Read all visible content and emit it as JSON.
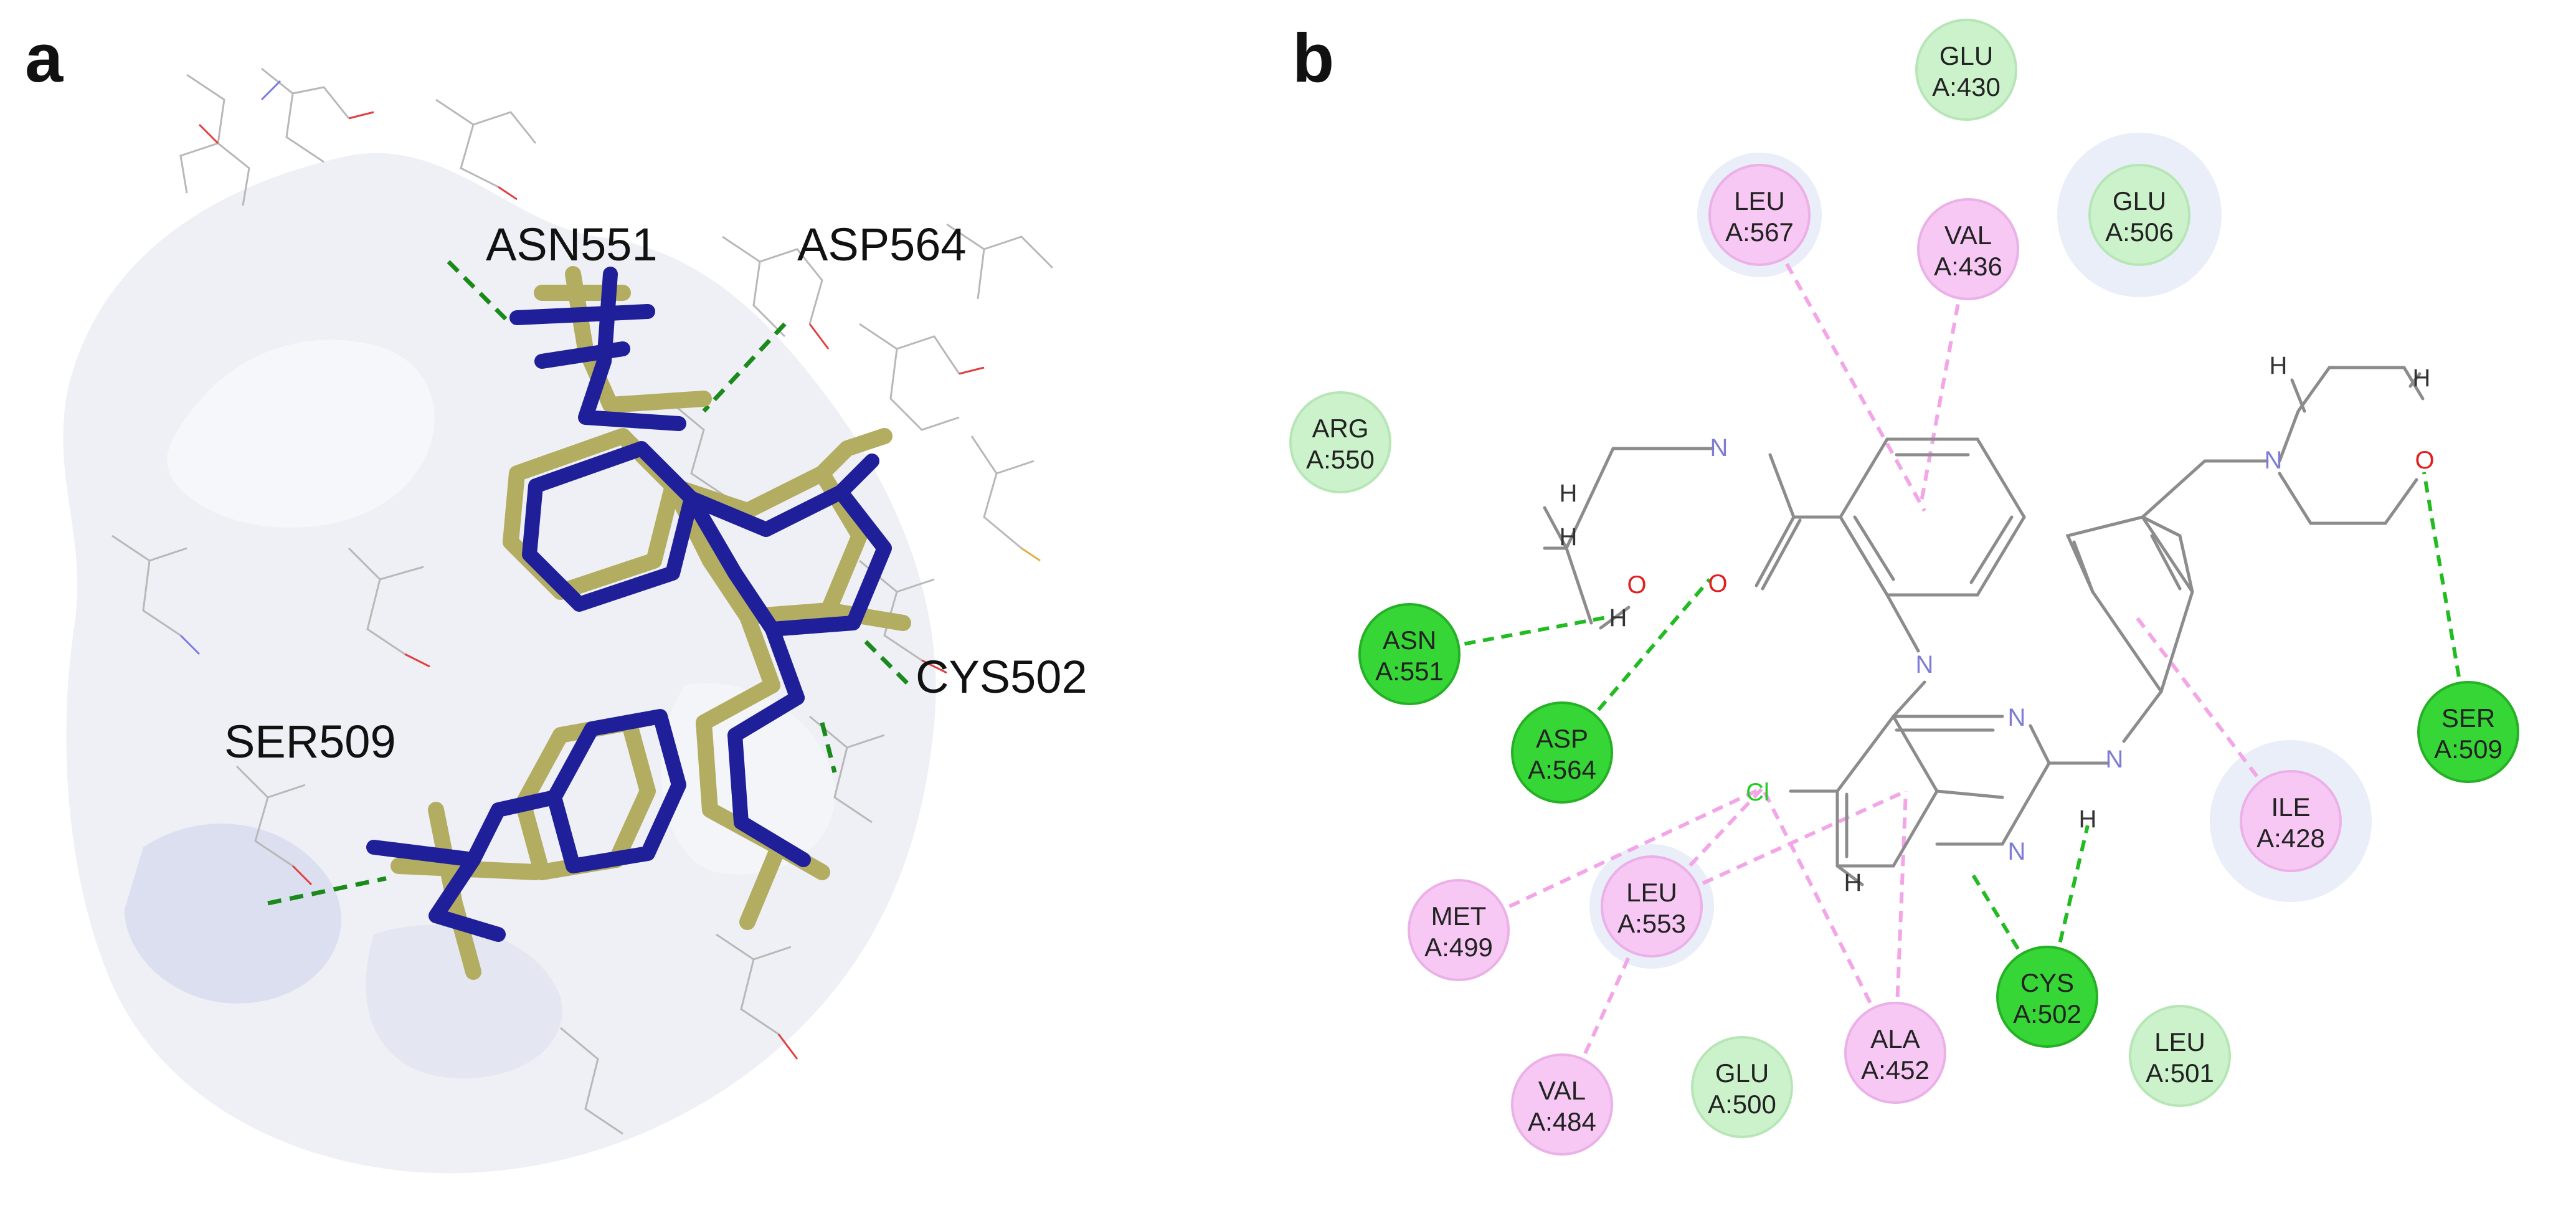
{
  "panel_a": {
    "letter": "a",
    "labels": {
      "asn551": "ASN551",
      "asp564": "ASP564",
      "cys502": "CYS502",
      "ser509": "SER509"
    }
  },
  "panel_b": {
    "letter": "b",
    "atoms": {
      "n_amide": "N",
      "o_carbonyl": "O",
      "o_hydroxyl": "O",
      "h_hydroxyl": "H",
      "h_a": "H",
      "h_b": "H",
      "n_link": "N",
      "n_pyr1": "N",
      "n_pyr2": "N",
      "cl": "Cl",
      "h_pyr": "H",
      "n_anil": "N",
      "h_anil": "H",
      "n_morph": "N",
      "o_morph": "O",
      "h_morph1": "H",
      "h_morph2": "H"
    },
    "residues": [
      {
        "id": "glu430",
        "name": "GLU",
        "num": "A:430",
        "kind": "vdw"
      },
      {
        "id": "leu567",
        "name": "LEU",
        "num": "A:567",
        "kind": "hydrophobic"
      },
      {
        "id": "val436",
        "name": "VAL",
        "num": "A:436",
        "kind": "hydrophobic"
      },
      {
        "id": "glu506",
        "name": "GLU",
        "num": "A:506",
        "kind": "vdw"
      },
      {
        "id": "arg550",
        "name": "ARG",
        "num": "A:550",
        "kind": "vdw"
      },
      {
        "id": "asn551",
        "name": "ASN",
        "num": "A:551",
        "kind": "hbond"
      },
      {
        "id": "asp564",
        "name": "ASP",
        "num": "A:564",
        "kind": "hbond"
      },
      {
        "id": "ser509",
        "name": "SER",
        "num": "A:509",
        "kind": "hbond"
      },
      {
        "id": "ile428",
        "name": "ILE",
        "num": "A:428",
        "kind": "hydrophobic"
      },
      {
        "id": "met499",
        "name": "MET",
        "num": "A:499",
        "kind": "hydrophobic"
      },
      {
        "id": "leu553",
        "name": "LEU",
        "num": "A:553",
        "kind": "hydrophobic"
      },
      {
        "id": "cys502",
        "name": "CYS",
        "num": "A:502",
        "kind": "hbond"
      },
      {
        "id": "val484",
        "name": "VAL",
        "num": "A:484",
        "kind": "hydrophobic"
      },
      {
        "id": "glu500",
        "name": "GLU",
        "num": "A:500",
        "kind": "vdw"
      },
      {
        "id": "ala452",
        "name": "ALA",
        "num": "A:452",
        "kind": "hydrophobic"
      },
      {
        "id": "leu501",
        "name": "LEU",
        "num": "A:501",
        "kind": "vdw"
      }
    ],
    "colors": {
      "hbond_fill": "#36d636",
      "vdw_fill": "#ccf2cc",
      "hydrophobic_fill": "#f6c8f3",
      "halo": "#e9eef8",
      "hbond_line": "#22bb22",
      "hydrophobic_line": "#f3a5e7",
      "bond": "#8c8c8c",
      "nitrogen": "#7d7dd6",
      "oxygen": "#e02020",
      "chlorine": "#22cc22"
    }
  }
}
